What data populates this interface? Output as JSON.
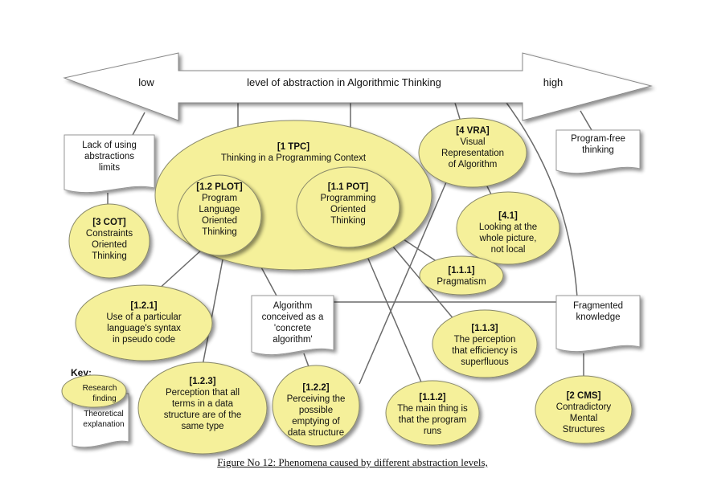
{
  "arrow": {
    "left_label": "low",
    "center_label": "level of abstraction in Algorithmic Thinking",
    "right_label": "high"
  },
  "nodes": {
    "tpc": {
      "id": "[1 TPC]",
      "lines": [
        "Thinking in a Programming Context"
      ],
      "type": "research-finding"
    },
    "plot": {
      "id": "[1.2 PLOT]",
      "lines": [
        "Program",
        "Language",
        "Oriented",
        "Thinking"
      ],
      "type": "research-finding"
    },
    "pot": {
      "id": "[1.1 POT]",
      "lines": [
        "Programming",
        "Oriented",
        "Thinking"
      ],
      "type": "research-finding"
    },
    "vra": {
      "id": "[4 VRA]",
      "lines": [
        "Visual",
        "Representation",
        "of Algorithm"
      ],
      "type": "research-finding"
    },
    "n41": {
      "id": "[4.1]",
      "lines": [
        "Looking at the",
        "whole picture,",
        "not local"
      ],
      "type": "research-finding"
    },
    "cot": {
      "id": "[3 COT]",
      "lines": [
        "Constraints",
        "Oriented",
        "Thinking"
      ],
      "type": "research-finding"
    },
    "n111": {
      "id": "[1.1.1]",
      "lines": [
        "Pragmatism"
      ],
      "type": "research-finding"
    },
    "n121": {
      "id": "[1.2.1]",
      "lines": [
        "Use of a particular",
        "language's syntax",
        "in pseudo code"
      ],
      "type": "research-finding"
    },
    "n113": {
      "id": "[1.1.3]",
      "lines": [
        "The perception",
        "that efficiency is",
        "superfluous"
      ],
      "type": "research-finding"
    },
    "n123": {
      "id": "[1.2.3]",
      "lines": [
        "Perception that all",
        "terms in a data",
        "structure are of the",
        "same type"
      ],
      "type": "research-finding"
    },
    "n122": {
      "id": "[1.2.2]",
      "lines": [
        "Perceiving the",
        "possible",
        "emptying of",
        "data structure"
      ],
      "type": "research-finding"
    },
    "n112": {
      "id": "[1.1.2]",
      "lines": [
        "The main thing is",
        "that the program",
        "runs"
      ],
      "type": "research-finding"
    },
    "cms": {
      "id": "[2 CMS]",
      "lines": [
        "Contradictory",
        "Mental",
        "Structures"
      ],
      "type": "research-finding"
    }
  },
  "docs": {
    "lack": {
      "lines": [
        "Lack of using",
        "abstractions",
        "limits"
      ],
      "type": "theoretical-explanation"
    },
    "free": {
      "lines": [
        "Program-free",
        "thinking"
      ],
      "type": "theoretical-explanation"
    },
    "concrete": {
      "lines": [
        "Algorithm",
        "conceived as a",
        "'concrete",
        "algorithm'"
      ],
      "type": "theoretical-explanation"
    },
    "frag": {
      "lines": [
        "Fragmented",
        "knowledge"
      ],
      "type": "theoretical-explanation"
    }
  },
  "key": {
    "title": "Key:",
    "research": [
      "Research",
      "finding"
    ],
    "theoretical": [
      "Theoretical",
      "explanation"
    ]
  },
  "caption": "Figure No 12: Phenomena caused by different abstraction levels,",
  "colors": {
    "finding_fill": "#f5f09a",
    "explanation_fill": "#ffffff",
    "connector": "#6a6a6a"
  }
}
